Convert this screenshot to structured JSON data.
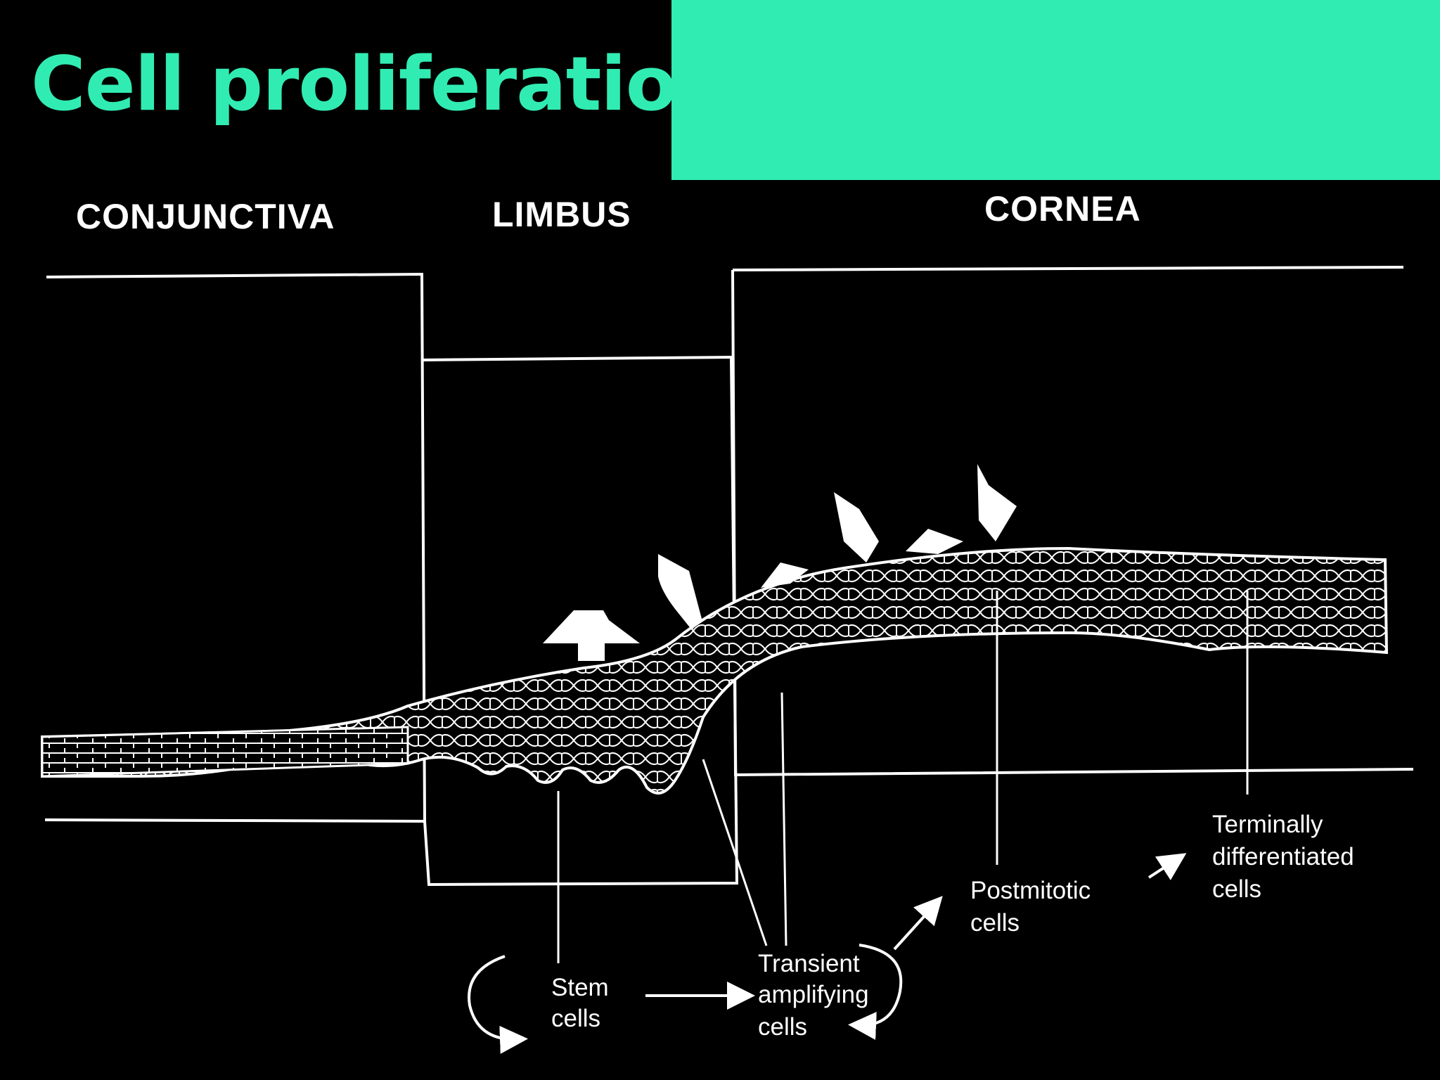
{
  "slide": {
    "title": "Cell proliferation",
    "accent_color": "#31ecb2",
    "background_color": "#000000"
  },
  "diagram": {
    "regions": {
      "conjunctiva": "CONJUNCTIVA",
      "limbus": "LIMBUS",
      "cornea": "CORNEA"
    },
    "labels": {
      "stem_line1": "Stem",
      "stem_line2": "cells",
      "transient_line1": "Transient",
      "transient_line2": "amplifying",
      "transient_line3": "cells",
      "postmitotic_line1": "Postmitotic",
      "postmitotic_line2": "cells",
      "terminal_line1": "Terminally",
      "terminal_line2": "differentiated",
      "terminal_line3": "cells"
    },
    "icons": [
      "desquamation-arrow-icon",
      "cycle-arrow-icon",
      "progression-arrow-icon"
    ]
  }
}
